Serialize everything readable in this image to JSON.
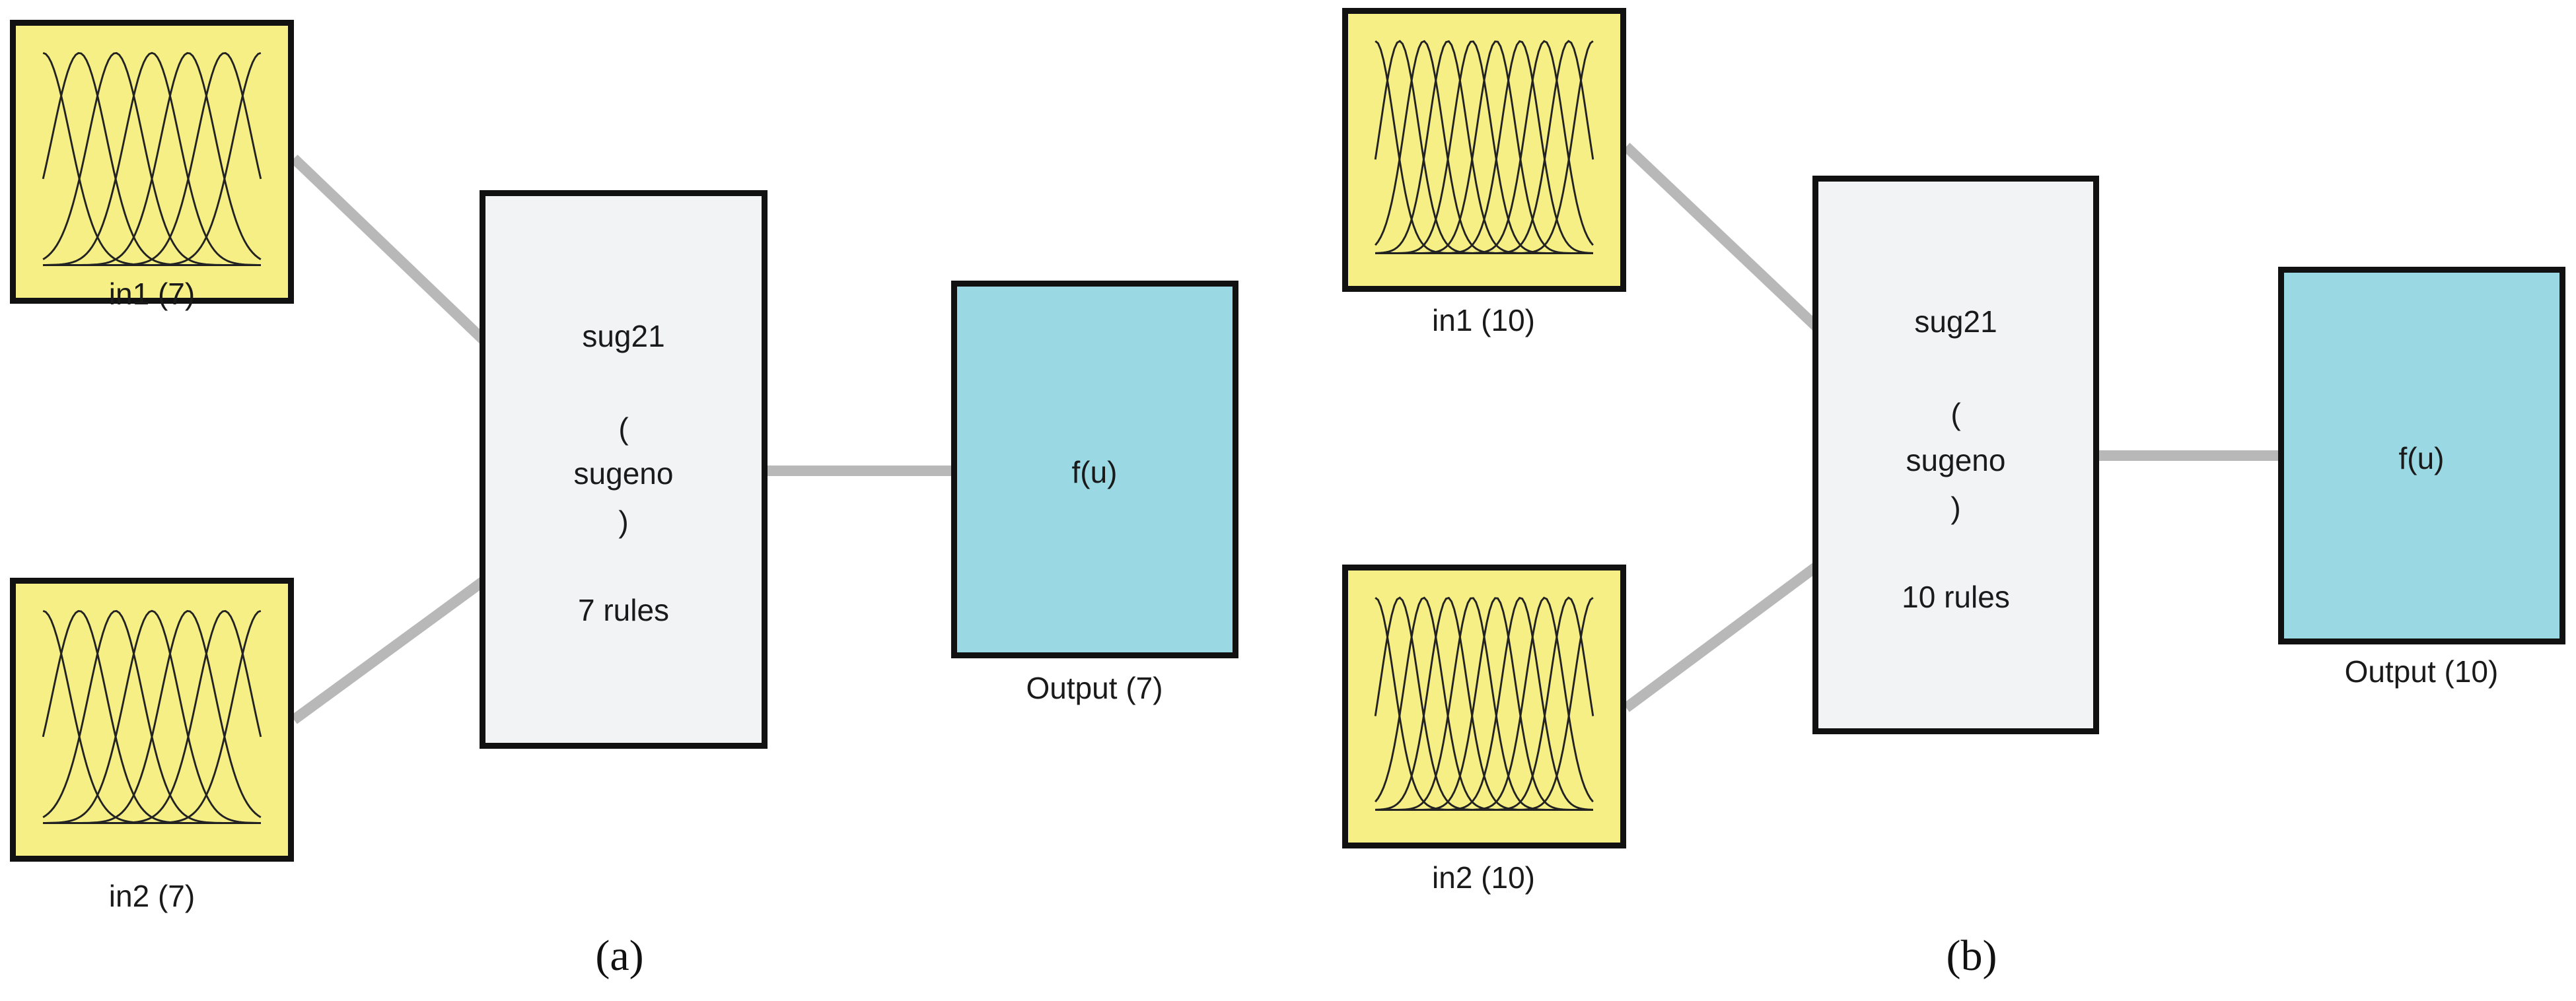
{
  "colors": {
    "input_fill": "#f5ef86",
    "system_fill": "#f2f3f5",
    "output_fill": "#9ad8e4",
    "border": "#111111",
    "connector": "#b8b8b8"
  },
  "panel_a": {
    "caption": "(a)",
    "input1": {
      "label": "in1 (7)",
      "mf_count": 7
    },
    "input2": {
      "label": "in2 (7)",
      "mf_count": 7
    },
    "system": {
      "name": "sug21",
      "open_paren": "(",
      "type": "sugeno",
      "close_paren": ")",
      "rules": "7 rules"
    },
    "output": {
      "function": "f(u)",
      "label": "Output (7)"
    }
  },
  "panel_b": {
    "caption": "(b)",
    "input1": {
      "label": "in1 (10)",
      "mf_count": 10
    },
    "input2": {
      "label": "in2 (10)",
      "mf_count": 10
    },
    "system": {
      "name": "sug21",
      "open_paren": "(",
      "type": "sugeno",
      "close_paren": ")",
      "rules": "10 rules"
    },
    "output": {
      "function": "f(u)",
      "label": "Output (10)"
    }
  }
}
